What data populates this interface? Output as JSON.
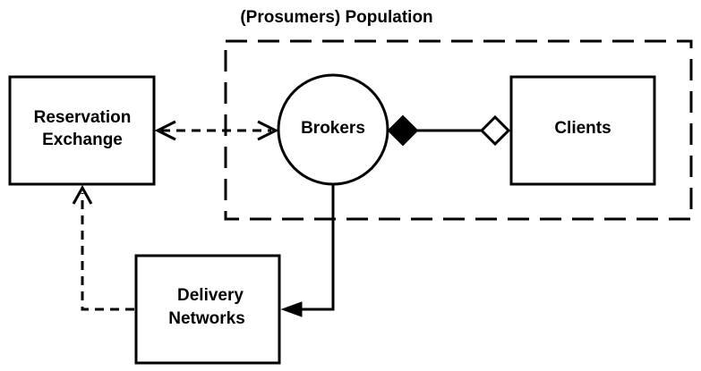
{
  "diagram": {
    "group_title": "(Prosumers) Population",
    "nodes": {
      "reservation_exchange": {
        "line1": "Reservation",
        "line2": "Exchange"
      },
      "brokers": {
        "label": "Brokers"
      },
      "clients": {
        "label": "Clients"
      },
      "delivery_networks": {
        "line1": "Delivery",
        "line2": "Networks"
      }
    },
    "edges": [
      {
        "from": "Reservation Exchange",
        "to": "Brokers",
        "style": "dashed",
        "arrows": "both-open"
      },
      {
        "from": "Brokers",
        "to": "Clients",
        "style": "solid",
        "arrows": "filled-diamond-at-brokers, open-diamond-at-clients"
      },
      {
        "from": "Brokers",
        "to": "Delivery Networks",
        "style": "solid",
        "arrows": "filled-arrow-at-delivery-networks"
      },
      {
        "from": "Delivery Networks",
        "to": "Reservation Exchange",
        "style": "dashed",
        "arrows": "open-arrow-at-reservation-exchange"
      }
    ],
    "colors": {
      "stroke": "#000000",
      "background": "#ffffff"
    }
  }
}
